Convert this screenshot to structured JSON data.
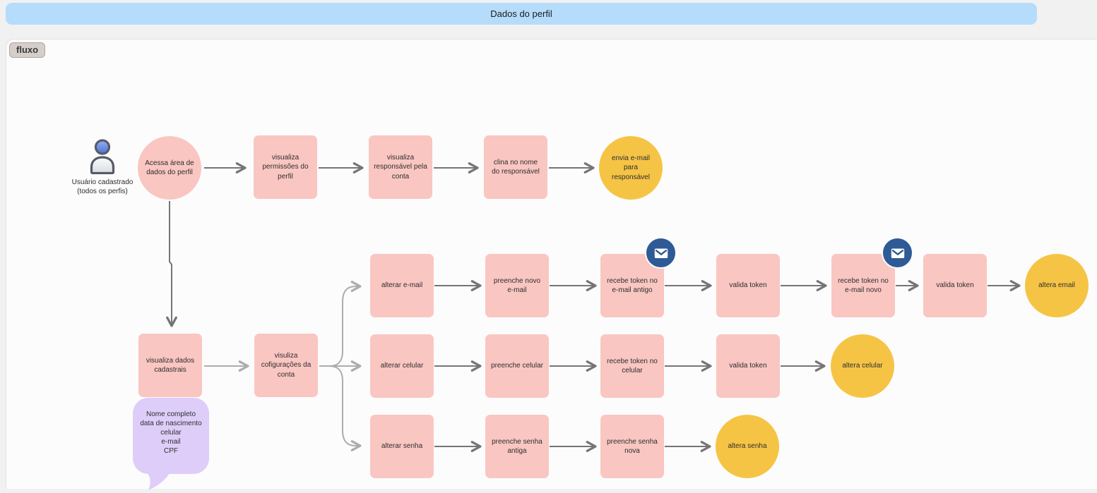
{
  "header": {
    "title": "Dados do perfil"
  },
  "canvas": {
    "tag": "fluxo"
  },
  "actor": {
    "icon": "user-icon",
    "label_line1": "Usuário cadastrado",
    "label_line2": "(todos os perfis)"
  },
  "flow": {
    "start_circle": "Acessa área de dados do perfil",
    "responsavel_row": {
      "steps": [
        "visualiza permissões do perfil",
        "visualiza responsável pela conta",
        "clina no nome do responsável"
      ],
      "end_circle": "envia e-mail para responsável"
    },
    "dados_box": "visualiza dados cadastrais",
    "config_box": "visuliza cofigurações da conta",
    "annotation_bubble": {
      "lines": [
        "Nome completo",
        "data de nascimento",
        "celular",
        "e-mail",
        "CPF"
      ]
    },
    "email_row": {
      "steps": [
        "alterar e-mail",
        "preenche novo e-mail",
        "recebe token no e-mail antigo",
        "valida token",
        "recebe token no e-mail novo",
        "valida token"
      ],
      "badge_icon": "envelope-icon",
      "end_circle": "altera email"
    },
    "celular_row": {
      "steps": [
        "alterar celular",
        "preenche celular",
        "recebe token no celular",
        "valida token"
      ],
      "end_circle": "altera celular"
    },
    "senha_row": {
      "steps": [
        "alterar senha",
        "preenche senha antiga",
        "preenche senha nova"
      ],
      "end_circle": "altera senha"
    }
  },
  "colors": {
    "banner_bg": "#B5DCFB",
    "sticky_pink": "#FAC6C1",
    "sticky_yellow": "#F6C445",
    "bubble_purple": "#DFCDF9",
    "badge_blue": "#2E5A96",
    "connector_dark": "#757575",
    "connector_light": "#ACACAC"
  }
}
